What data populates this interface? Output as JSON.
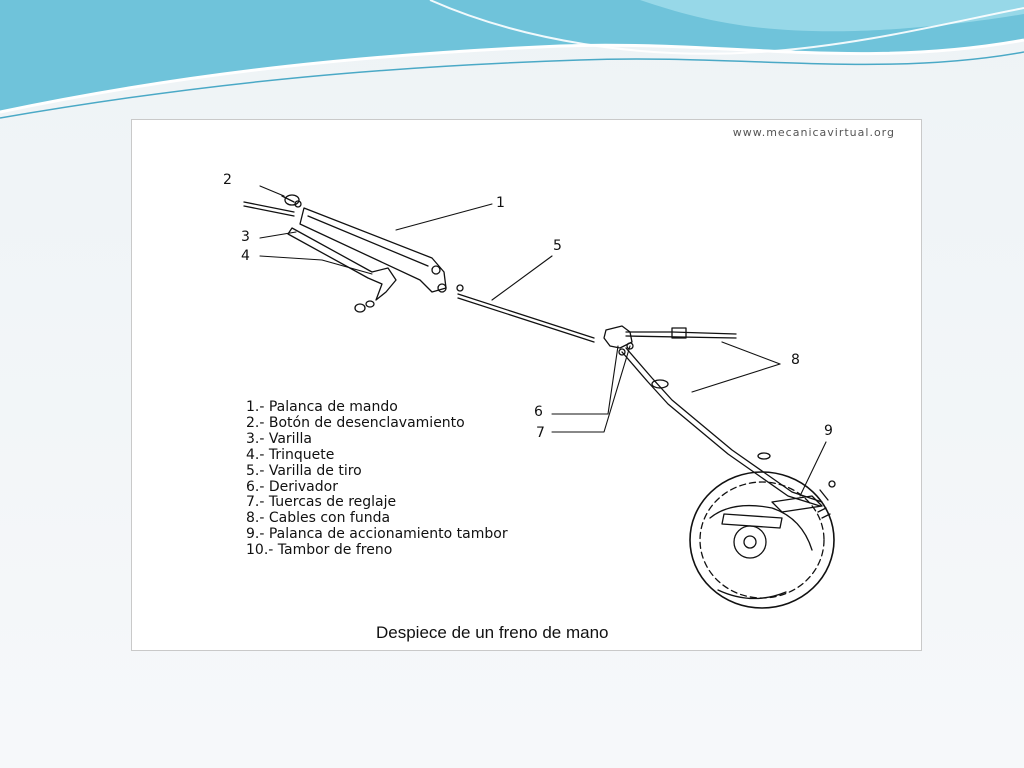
{
  "figure": {
    "watermark": "www.mecanicavirtual.org",
    "caption": "Despiece de un freno de mano",
    "callouts": [
      "1",
      "2",
      "3",
      "4",
      "5",
      "6",
      "7",
      "8",
      "9"
    ],
    "legend": [
      "1.- Palanca de mando",
      "2.- Botón de desenclavamiento",
      "3.- Varilla",
      "4.- Trinquete",
      "5.- Varilla de tiro",
      "6.- Derivador",
      "7.- Tuercas de reglaje",
      "8.- Cables con funda",
      "9.- Palanca de accionamiento tambor",
      "10.- Tambor de freno"
    ]
  }
}
